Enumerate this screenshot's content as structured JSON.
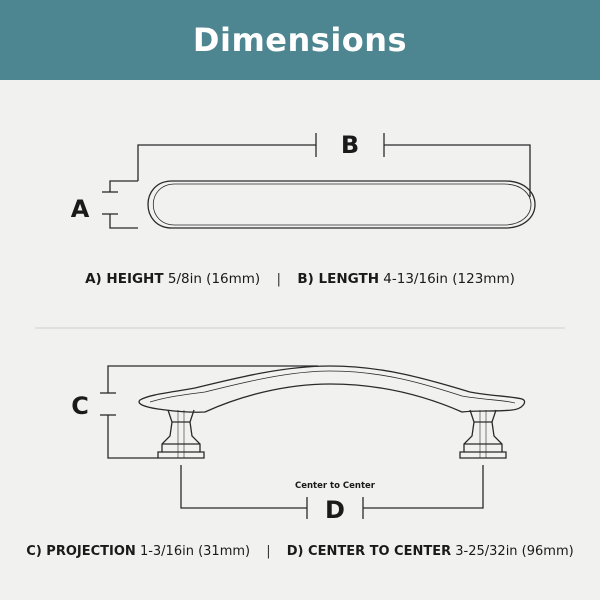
{
  "title": "Dimensions",
  "labels": {
    "a": "A",
    "b": "B",
    "c": "C",
    "d": "D",
    "center_to_center_caption": "Center to Center"
  },
  "specs": {
    "height": {
      "name": "A) HEIGHT",
      "value": "5/8in (16mm)"
    },
    "length": {
      "name": "B) LENGTH",
      "value": "4-13/16in (123mm)"
    },
    "projection": {
      "name": "C) PROJECTION",
      "value": "1-3/16in (31mm)"
    },
    "center_to_center": {
      "name": "D) CENTER TO CENTER",
      "value": "3-25/32in (96mm)"
    },
    "separator": "|"
  },
  "colors": {
    "header_bg": "#4d8591",
    "background": "#f1f1f0",
    "line": "#2a2a2a"
  }
}
